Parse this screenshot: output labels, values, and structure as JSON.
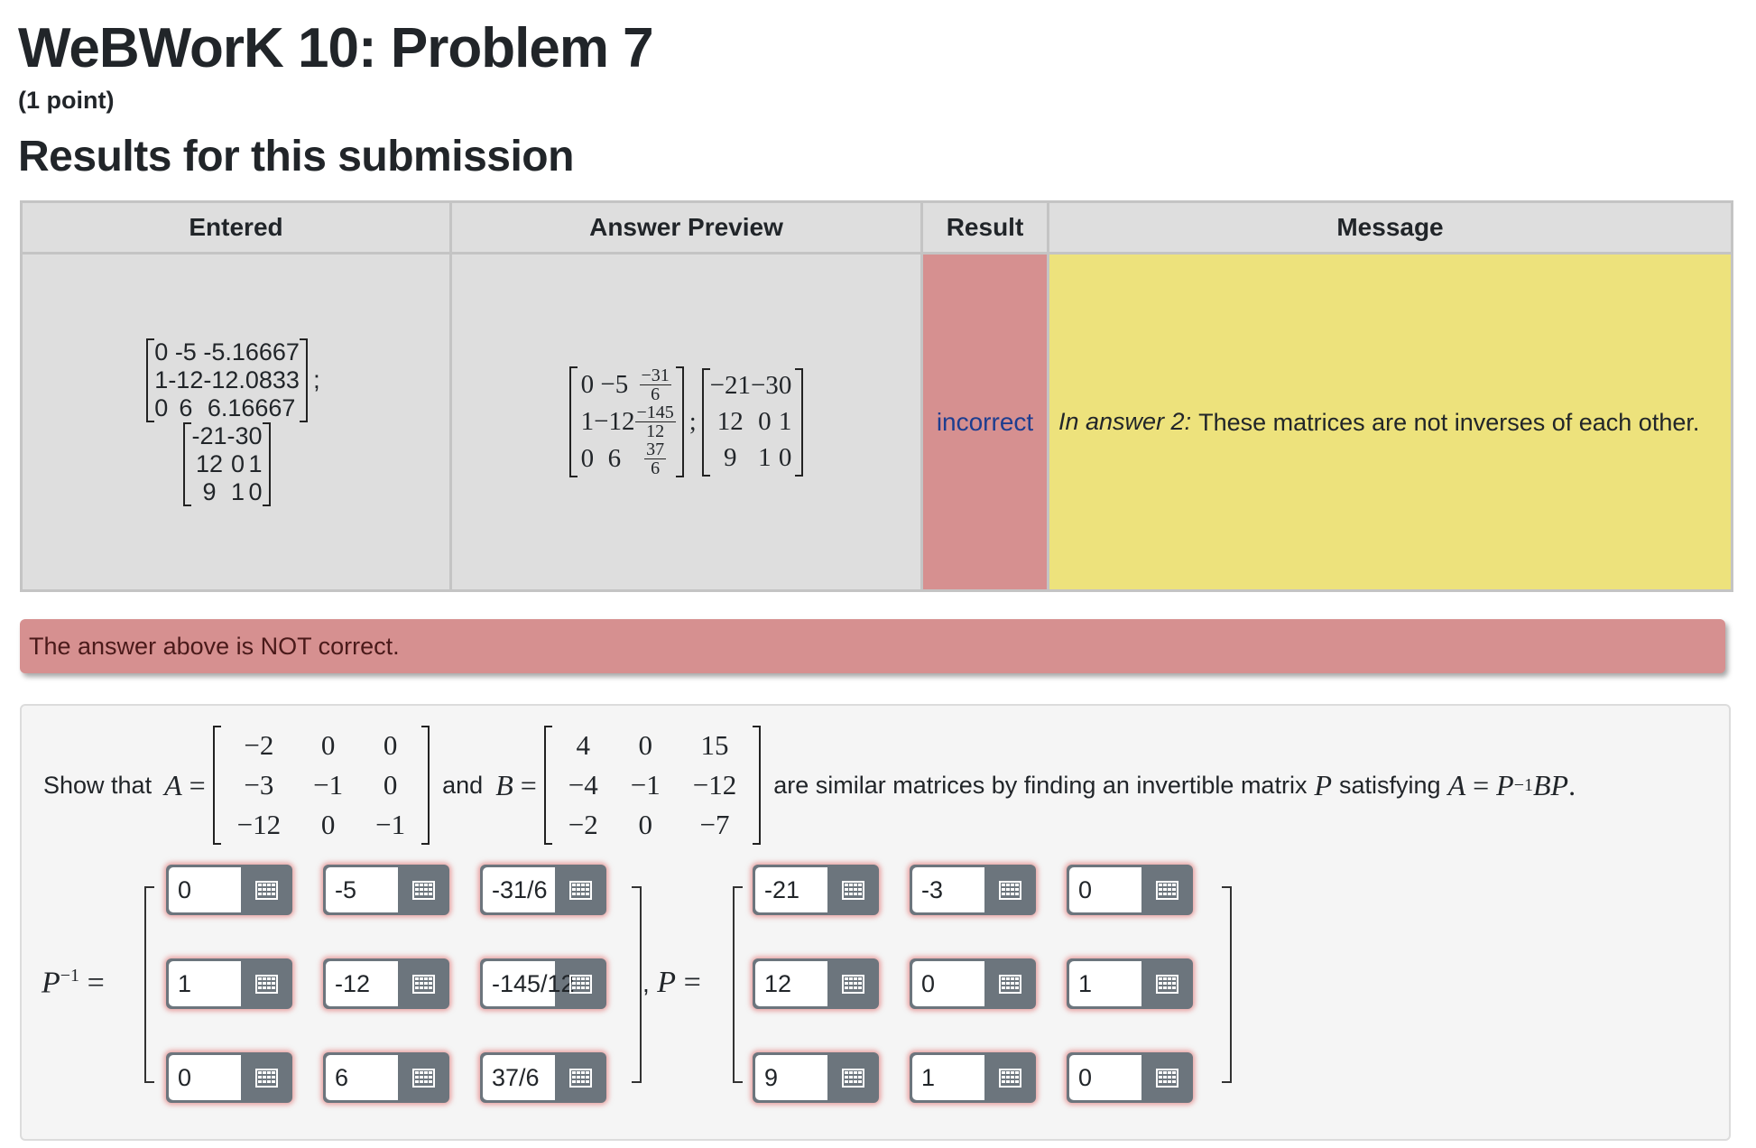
{
  "title": "WeBWorK 10: Problem 7",
  "points": "(1 point)",
  "subtitle": "Results for this submission",
  "results_table": {
    "headers": [
      "Entered",
      "Answer Preview",
      "Result",
      "Message"
    ],
    "entered": {
      "matrix1": [
        [
          "0",
          "-5",
          "-5.16667"
        ],
        [
          "1",
          "-12",
          "-12.0833"
        ],
        [
          "0",
          "6",
          "6.16667"
        ]
      ],
      "separator": ";",
      "matrix2": [
        [
          "-21",
          "-3",
          "0"
        ],
        [
          "12",
          "0",
          "1"
        ],
        [
          "9",
          "1",
          "0"
        ]
      ]
    },
    "preview": {
      "matrix1": {
        "col1": [
          "0",
          "1",
          "0"
        ],
        "col2": [
          "−5",
          "−12",
          "6"
        ],
        "col3": [
          {
            "num": "−31",
            "den": "6"
          },
          {
            "num": "−145",
            "den": "12"
          },
          {
            "num": "37",
            "den": "6"
          }
        ]
      },
      "separator": ";",
      "matrix2": [
        [
          "−21",
          "−3",
          "0"
        ],
        [
          "12",
          "0",
          "1"
        ],
        [
          "9",
          "1",
          "0"
        ]
      ]
    },
    "result": "incorrect",
    "message_prefix": "In answer 2:",
    "message": "These matrices are not inverses of each other."
  },
  "alert": "The answer above is NOT correct.",
  "problem": {
    "text_show": "Show that",
    "var_A": "A",
    "eq": "=",
    "matrix_A": [
      [
        "−2",
        "0",
        "0"
      ],
      [
        "−3",
        "−1",
        "0"
      ],
      [
        "−12",
        "0",
        "−1"
      ]
    ],
    "text_and": "and",
    "var_B": "B",
    "matrix_B": [
      [
        "4",
        "0",
        "15"
      ],
      [
        "−4",
        "−1",
        "−12"
      ],
      [
        "−2",
        "0",
        "−7"
      ]
    ],
    "text_rest": "are similar matrices by finding an invertible matrix",
    "var_P": "P",
    "text_satisfying": "satisfying",
    "relation_lhs": "A",
    "relation_rhs": "P",
    "relation_sup": "−1",
    "relation_tail": "BP",
    "period": ".",
    "pinv_label": "P",
    "pinv_sup": "−1",
    "comma": ",",
    "p_label": "P",
    "pinv_inputs": [
      [
        "0",
        "-5",
        "-31/6"
      ],
      [
        "1",
        "-12",
        "-145/12"
      ],
      [
        "0",
        "6",
        "37/6"
      ]
    ],
    "p_inputs": [
      [
        "-21",
        "-3",
        "0"
      ],
      [
        "12",
        "0",
        "1"
      ],
      [
        "9",
        "1",
        "0"
      ]
    ]
  },
  "icons": {
    "matrix_button": "grid-icon"
  },
  "colors": {
    "incorrect_bg": "#d69090",
    "message_bg": "#ede27c",
    "button": "#6c757d"
  }
}
